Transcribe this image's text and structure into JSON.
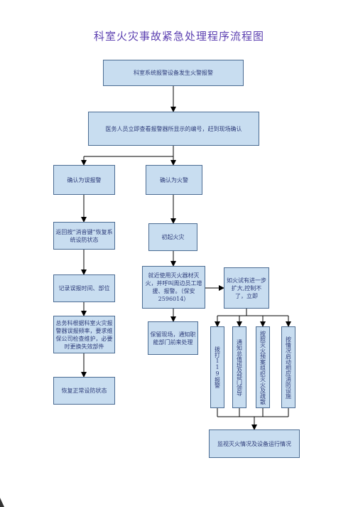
{
  "title": "科室火灾事故紧急处理程序流程图",
  "nodes": {
    "n1": "科室系统报警设备发生火警报警",
    "n2": "医务人员立即查看报警器所显示的编号，赶到现场确认",
    "n3": "确认为误报警",
    "n4": "确认为火警",
    "n5": "返回按“消音键”恢复系统设防状态",
    "n6": "初起火灾",
    "n7": "记录误报时间、部位",
    "n8": "就近使用灭火器材灭火，并呼叫周边员工增援、报警。（保安2596014）",
    "n9": "如火试有进一步扩大,控制不了，立即",
    "n10": "总务科根据科室火灾报警器误报频率，要求维保公司检查维护，必要时更换失效部件",
    "n11": "保留现场，通知职能部门前来处理",
    "n12": "拨打119报警",
    "n13": "通知总值班及部门领导",
    "n14": "按照灭火预案组织灭火及疏散",
    "n15": "按情况启动相应消防设施",
    "n16": "恢复正常设防状态",
    "n17": "监视灭火情况及设备运行情况"
  }
}
